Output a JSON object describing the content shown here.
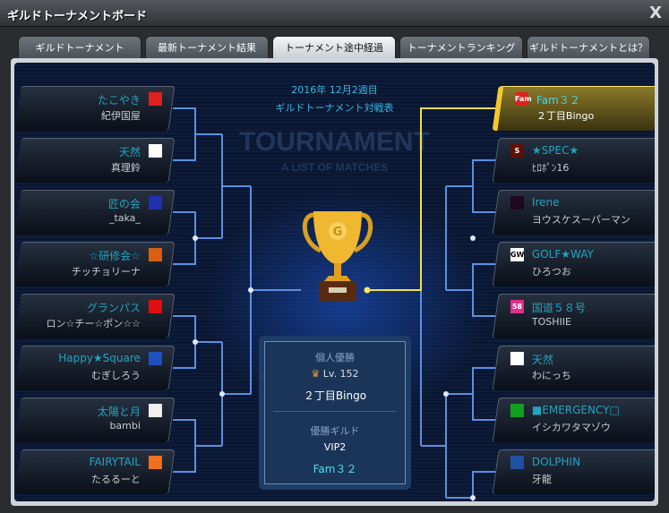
{
  "window": {
    "title": "ギルドトーナメントボード",
    "close": "X"
  },
  "tabs": [
    "ギルドトーナメント",
    "最新トーナメント結果",
    "トーナメント途中経過",
    "トーナメントランキング",
    "ギルドトーナメントとは？"
  ],
  "active_tab": 2,
  "header": {
    "date": "2016年 12月2週目",
    "subtitle": "ギルドトーナメント対戦表",
    "banner": "TOURNAMENT",
    "banner_sub": "A LIST OF MATCHES"
  },
  "left": [
    {
      "guild": "たこやき",
      "player": "紀伊国屋",
      "icon": "red-splat-icon",
      "color": "#e02020"
    },
    {
      "guild": "天然",
      "player": "真理鈴",
      "icon": "blank-white-icon",
      "color": "#ffffff"
    },
    {
      "guild": "匠の会",
      "player": "_taka_",
      "icon": "blue-frame-icon",
      "color": "#2030b0"
    },
    {
      "guild": "☆研修会☆",
      "player": "チッチョリーナ",
      "icon": "orange-silhouette-icon",
      "color": "#d86010"
    },
    {
      "guild": "グランパス",
      "player": "ロン☆チー☆ポン☆☆",
      "icon": "red-orca-icon",
      "color": "#e01010"
    },
    {
      "guild": "Happy★Square",
      "player": "むぎしろう",
      "icon": "blue-flag-icon",
      "color": "#2050c0"
    },
    {
      "guild": "太陽と月",
      "player": "bambi",
      "icon": "eagle-icon",
      "color": "#f0f0f0"
    },
    {
      "guild": "FAIRYTAIL",
      "player": "たるるーと",
      "icon": "fairytail-icon",
      "color": "#f07020"
    }
  ],
  "right": [
    {
      "guild": "Fam３２",
      "player": "２丁目Bingo",
      "icon": "fam-icon",
      "icon_text": "Fam",
      "color": "#e02020",
      "winner": true
    },
    {
      "guild": "★SPEC★",
      "player": "ﾋﾛﾎﾟﾝ16",
      "icon": "s-letter-icon",
      "icon_text": "S",
      "color": "#601008"
    },
    {
      "guild": "Irene",
      "player": "ヨウスケスーパーマン",
      "icon": "pink-crystal-icon",
      "color": "#200820"
    },
    {
      "guild": "GOLF★WAY",
      "player": "ひろつお",
      "icon": "gw-icon",
      "icon_text": "GW",
      "color": "#ffffff"
    },
    {
      "guild": "国道５８号",
      "player": "TOSHIIE",
      "icon": "route58-icon",
      "icon_text": "58",
      "color": "#e0308a"
    },
    {
      "guild": "天然",
      "player": "わにっち",
      "icon": "blank-white-icon",
      "color": "#ffffff"
    },
    {
      "guild": "■EMERGENCY□",
      "player": "イシカワタマゾウ",
      "icon": "exit-sign-icon",
      "color": "#10a020"
    },
    {
      "guild": "DOLPHIN",
      "player": "牙龍",
      "icon": "dolphin-icon",
      "color": "#2050a0"
    }
  ],
  "result": {
    "individual_label": "個人優勝",
    "level": "Lv. 152",
    "individual_name": "２丁目Bingo",
    "guild_label": "優勝ギルド",
    "guild_sub": "VIP2",
    "guild_name": "Fam３２"
  },
  "colors": {
    "accent": "#21a5bf",
    "winner": "#f6c82c",
    "line": "#7fb6ff"
  }
}
